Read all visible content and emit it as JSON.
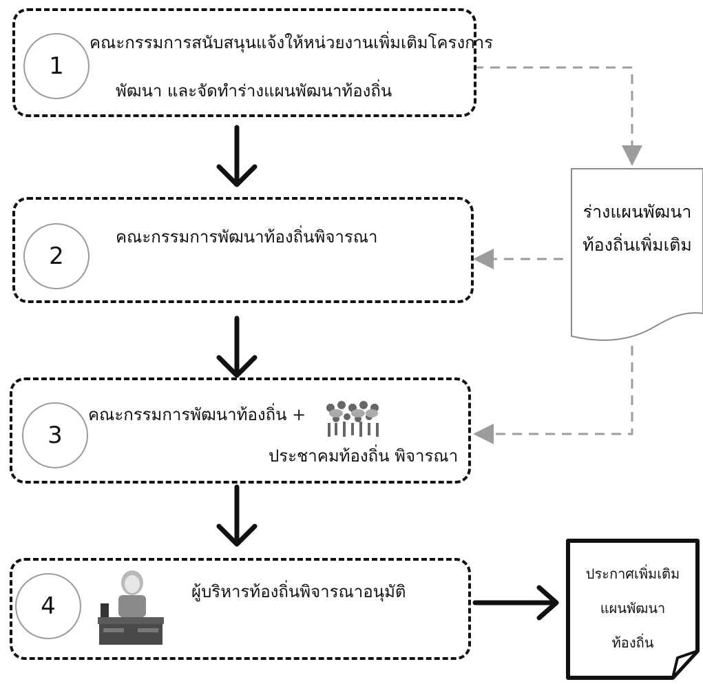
{
  "steps": [
    {
      "number": "1",
      "line1": "คณะกรรมการสนับสนุนแจ้งให้หน่วยงานเพิ่มเติมโครงการ",
      "line2": "พัฒนา และจัดทำร่างแผนพัฒนาท้องถิ่น"
    },
    {
      "number": "2",
      "line1": "คณะกรรมการพัฒนาท้องถิ่นพิจารณา"
    },
    {
      "number": "3",
      "line1": "คณะกรรมการพัฒนาท้องถิ่น +",
      "line2": "ประชาคมท้องถิ่น พิจารณา"
    },
    {
      "number": "4",
      "line1": "ผู้บริหารท้องถิ่นพิจารณาอนุมัติ"
    }
  ],
  "draft_document": {
    "line1": "ร่างแผนพัฒนา",
    "line2": "ท้องถิ่นเพิ่มเติม"
  },
  "announcement": {
    "line1": "ประกาศเพิ่มเติม",
    "line2": "แผนพัฒนา",
    "line3": "ท้องถิ่น"
  },
  "icons": {
    "community": "crowd-of-people-icon",
    "executive": "executive-at-desk-icon"
  },
  "colors": {
    "line": "#111111",
    "dashed_connector": "#9c9c9c",
    "circle_border": "#9a9a9a"
  }
}
